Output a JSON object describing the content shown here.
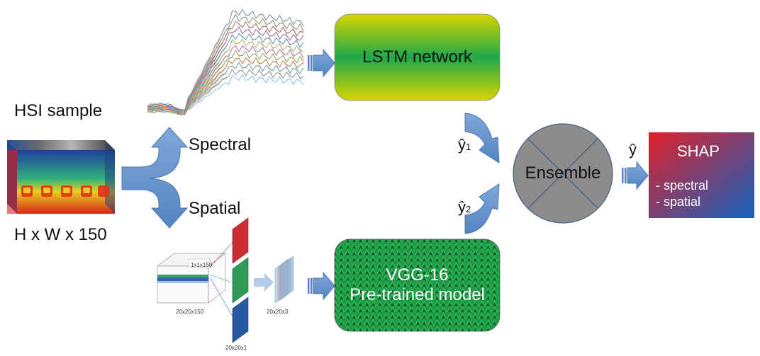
{
  "input": {
    "title": "HSI sample",
    "dims": "H x W x 150"
  },
  "branches": {
    "spectral": "Spectral",
    "spatial": "Spatial"
  },
  "models": {
    "lstm": "LSTM network",
    "vgg_line1": "VGG-16",
    "vgg_line2": "Pre-trained model"
  },
  "spatial_dims": {
    "cube_patch": "1x1x150",
    "cube": "20x20x150",
    "slice": "20x20x1",
    "rgb": "20x20x3"
  },
  "outputs": {
    "y1": "ŷ",
    "y1_sub": "1",
    "y2": "ŷ",
    "y2_sub": "2",
    "y": "ŷ"
  },
  "ensemble": {
    "label": "Ensemble"
  },
  "shap": {
    "title": "SHAP",
    "item1": "- spectral",
    "item2": "- spatial"
  },
  "colors": {
    "arrow_fill": "#6d99cf",
    "arrow_stroke": "#4a78b0",
    "ensemble_fill": "#8c8c8c",
    "lstm_top": "#d7d300",
    "lstm_mid": "#1fa84a",
    "vgg_fill": "#1e9a45",
    "shap_top": "#d9252f",
    "shap_bottom": "#1b63b8"
  }
}
